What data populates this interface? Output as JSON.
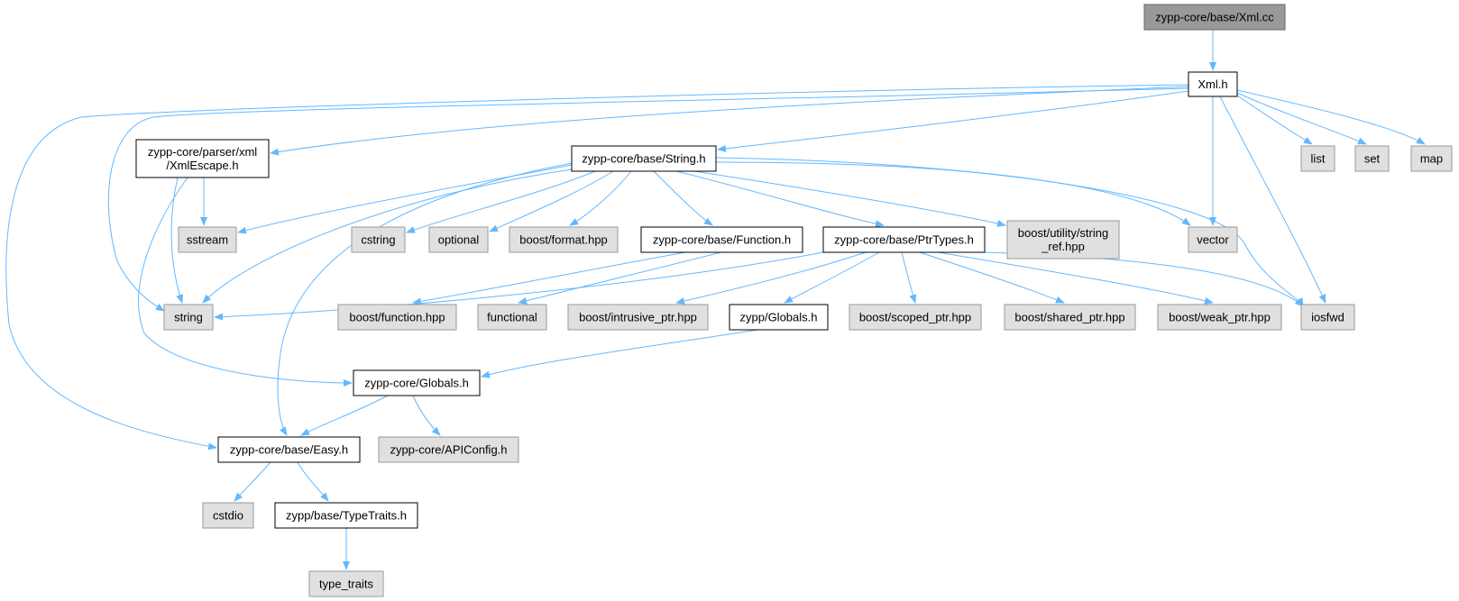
{
  "colors": {
    "edge": "#63b8ff",
    "root_fill": "#999999",
    "root_stroke": "#666666",
    "project_fill": "#ffffff",
    "project_stroke": "#000000",
    "external_fill": "#e0e0e0",
    "external_stroke": "#999999"
  },
  "nodes": [
    {
      "id": "xml_cc",
      "label": [
        "zypp-core/base/Xml.cc"
      ],
      "kind": "root"
    },
    {
      "id": "xml_h",
      "label": [
        "Xml.h"
      ],
      "kind": "project"
    },
    {
      "id": "xmlescape_h",
      "label": [
        "zypp-core/parser/xml",
        "/XmlEscape.h"
      ],
      "kind": "project"
    },
    {
      "id": "string_h",
      "label": [
        "zypp-core/base/String.h"
      ],
      "kind": "project"
    },
    {
      "id": "list",
      "label": [
        "list"
      ],
      "kind": "external"
    },
    {
      "id": "set",
      "label": [
        "set"
      ],
      "kind": "external"
    },
    {
      "id": "map",
      "label": [
        "map"
      ],
      "kind": "external"
    },
    {
      "id": "sstream",
      "label": [
        "sstream"
      ],
      "kind": "external"
    },
    {
      "id": "cstring",
      "label": [
        "cstring"
      ],
      "kind": "external"
    },
    {
      "id": "optional",
      "label": [
        "optional"
      ],
      "kind": "external"
    },
    {
      "id": "boost_format",
      "label": [
        "boost/format.hpp"
      ],
      "kind": "external"
    },
    {
      "id": "function_h",
      "label": [
        "zypp-core/base/Function.h"
      ],
      "kind": "project"
    },
    {
      "id": "ptrtypes_h",
      "label": [
        "zypp-core/base/PtrTypes.h"
      ],
      "kind": "project"
    },
    {
      "id": "boost_string_ref",
      "label": [
        "boost/utility/string",
        "_ref.hpp"
      ],
      "kind": "external"
    },
    {
      "id": "vector",
      "label": [
        "vector"
      ],
      "kind": "external"
    },
    {
      "id": "string",
      "label": [
        "string"
      ],
      "kind": "external"
    },
    {
      "id": "boost_function",
      "label": [
        "boost/function.hpp"
      ],
      "kind": "external"
    },
    {
      "id": "functional",
      "label": [
        "functional"
      ],
      "kind": "external"
    },
    {
      "id": "boost_intrusive",
      "label": [
        "boost/intrusive_ptr.hpp"
      ],
      "kind": "external"
    },
    {
      "id": "zypp_globals_h",
      "label": [
        "zypp/Globals.h"
      ],
      "kind": "project"
    },
    {
      "id": "boost_scoped",
      "label": [
        "boost/scoped_ptr.hpp"
      ],
      "kind": "external"
    },
    {
      "id": "boost_shared",
      "label": [
        "boost/shared_ptr.hpp"
      ],
      "kind": "external"
    },
    {
      "id": "boost_weak",
      "label": [
        "boost/weak_ptr.hpp"
      ],
      "kind": "external"
    },
    {
      "id": "iosfwd",
      "label": [
        "iosfwd"
      ],
      "kind": "external"
    },
    {
      "id": "core_globals_h",
      "label": [
        "zypp-core/Globals.h"
      ],
      "kind": "project"
    },
    {
      "id": "easy_h",
      "label": [
        "zypp-core/base/Easy.h"
      ],
      "kind": "project"
    },
    {
      "id": "apiconfig_h",
      "label": [
        "zypp-core/APIConfig.h"
      ],
      "kind": "external"
    },
    {
      "id": "cstdio",
      "label": [
        "cstdio"
      ],
      "kind": "external"
    },
    {
      "id": "typetraits_h",
      "label": [
        "zypp/base/TypeTraits.h"
      ],
      "kind": "project"
    },
    {
      "id": "type_traits",
      "label": [
        "type_traits"
      ],
      "kind": "external"
    }
  ],
  "edges": [
    [
      "xml_cc",
      "xml_h"
    ],
    [
      "xml_h",
      "xmlescape_h"
    ],
    [
      "xml_h",
      "string_h"
    ],
    [
      "xml_h",
      "list"
    ],
    [
      "xml_h",
      "set"
    ],
    [
      "xml_h",
      "map"
    ],
    [
      "xml_h",
      "vector"
    ],
    [
      "xml_h",
      "iosfwd"
    ],
    [
      "xml_h",
      "string"
    ],
    [
      "xml_h",
      "easy_h"
    ],
    [
      "xmlescape_h",
      "sstream"
    ],
    [
      "xmlescape_h",
      "string"
    ],
    [
      "xmlescape_h",
      "core_globals_h"
    ],
    [
      "string_h",
      "sstream"
    ],
    [
      "string_h",
      "cstring"
    ],
    [
      "string_h",
      "optional"
    ],
    [
      "string_h",
      "boost_format"
    ],
    [
      "string_h",
      "function_h"
    ],
    [
      "string_h",
      "ptrtypes_h"
    ],
    [
      "string_h",
      "boost_string_ref"
    ],
    [
      "string_h",
      "vector"
    ],
    [
      "string_h",
      "iosfwd"
    ],
    [
      "string_h",
      "string"
    ],
    [
      "string_h",
      "easy_h"
    ],
    [
      "function_h",
      "boost_function"
    ],
    [
      "function_h",
      "functional"
    ],
    [
      "ptrtypes_h",
      "string"
    ],
    [
      "ptrtypes_h",
      "boost_intrusive"
    ],
    [
      "ptrtypes_h",
      "zypp_globals_h"
    ],
    [
      "ptrtypes_h",
      "boost_scoped"
    ],
    [
      "ptrtypes_h",
      "boost_shared"
    ],
    [
      "ptrtypes_h",
      "boost_weak"
    ],
    [
      "ptrtypes_h",
      "iosfwd"
    ],
    [
      "zypp_globals_h",
      "core_globals_h"
    ],
    [
      "core_globals_h",
      "easy_h"
    ],
    [
      "core_globals_h",
      "apiconfig_h"
    ],
    [
      "easy_h",
      "cstdio"
    ],
    [
      "easy_h",
      "typetraits_h"
    ],
    [
      "typetraits_h",
      "type_traits"
    ]
  ]
}
